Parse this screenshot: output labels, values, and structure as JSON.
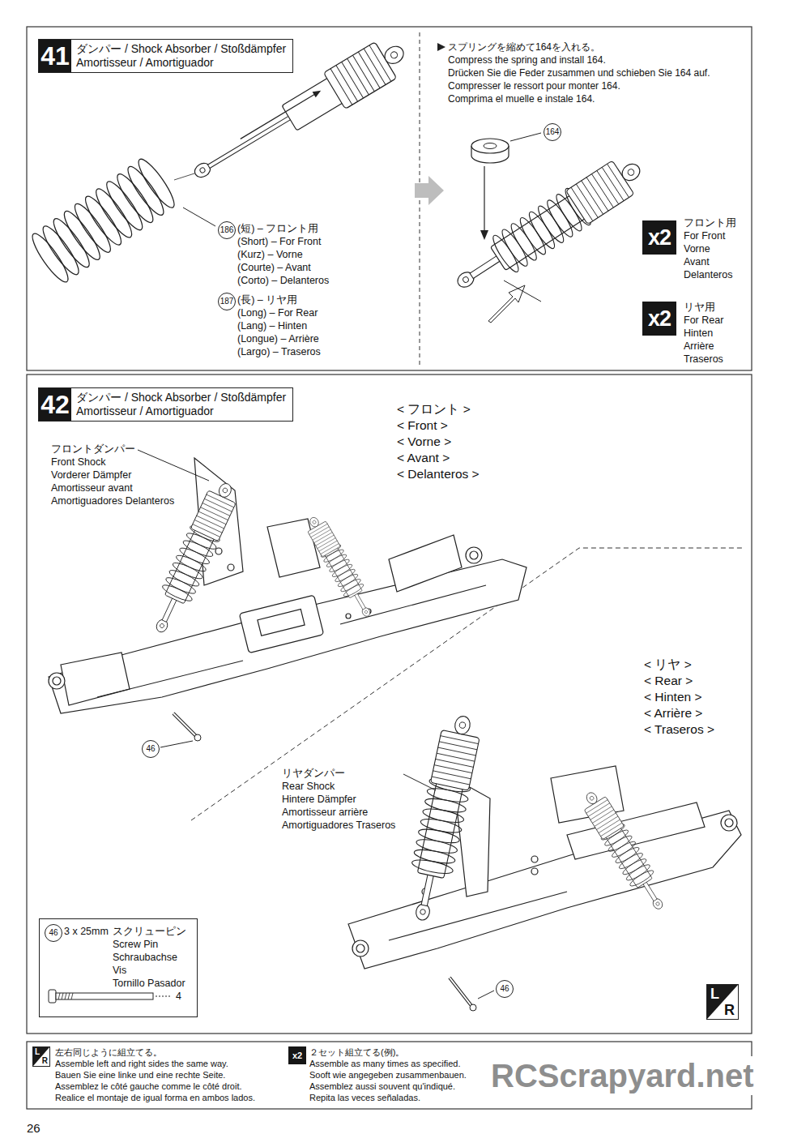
{
  "diagram": {
    "nodes": [
      {
        "text": [
          "41",
          "ダンパー / Shock Absorber / Stoßdämpfer",
          "Amortisseur / Amortiguador"
        ]
      },
      {
        "text": [
          "x2"
        ]
      },
      {
        "text": [
          "x2"
        ]
      },
      {
        "text": [
          "42",
          "ダンパー / Shock Absorber / Stoßdämpfer",
          "Amortisseur / Amortiguador"
        ]
      },
      {
        "text": [
          "46",
          "3 x 25mm",
          "スクリューピン",
          "Screw Pin",
          "Schraubachse",
          "Vis",
          "Tornillo Pasador",
          "4"
        ]
      },
      {
        "text": [
          "L",
          "R"
        ]
      },
      {
        "text": [
          "L",
          "R"
        ]
      },
      {
        "text": [
          "x2"
        ]
      }
    ],
    "labels": [
      "186",
      "(短) – フロント用",
      "(Short) – For Front",
      "(Kurz) – Vorne",
      "(Courte) – Avant",
      "(Corto) – Delanteros",
      "187",
      "(長) – リヤ用",
      "(Long) – For Rear",
      "(Lang) – Hinten",
      "(Longue) – Arrière",
      "(Largo) – Traseros",
      "スプリングを縮めて164を入れる。",
      "Compress the spring and install 164.",
      "Drücken Sie die Feder zusammen und schieben Sie 164 auf.",
      "Compresser le ressort pour monter 164.",
      "Comprima el muelle e instale 164.",
      "164",
      "フロント用",
      "For Front",
      "Vorne",
      "Avant",
      "Delanteros",
      "リヤ用",
      "For Rear",
      "Hinten",
      "Arrière",
      "Traseros",
      "< フロント >",
      "< Front >",
      "< Vorne >",
      "< Avant >",
      "< Delanteros >",
      "フロントダンパー",
      "Front Shock",
      "Vorderer Dämpfer",
      "Amortisseur avant",
      "Amortiguadores Delanteros",
      "46",
      "< リヤ >",
      "< Rear >",
      "< Hinten >",
      "< Arrière >",
      "< Traseros >",
      "リヤダンパー",
      "Rear Shock",
      "Hintere Dämpfer",
      "Amortisseur arrière",
      "Amortiguadores Traseros",
      "46",
      "左右同じように組立てる。",
      "Assemble left and right sides the same way.",
      "Bauen Sie eine linke und eine rechte Seite.",
      "Assemblez le côté gauche comme le côté droit.",
      "Realice el montaje de igual forma en ambos lados.",
      "２セット組立てる(例)。",
      "Assemble as many times as specified.",
      "Sooft wie angegeben zusammenbauen.",
      "Assemblez aussi souvent qu'indiqué.",
      "Repita las veces señaladas.",
      "RCScrapyard.net",
      "26"
    ]
  }
}
